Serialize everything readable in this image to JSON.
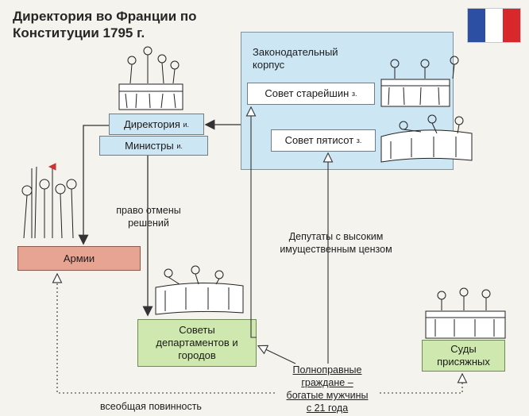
{
  "title": {
    "line1": "Директория во Франции по",
    "line2": "Конституции 1795 г."
  },
  "flag": {
    "colors": [
      "#2c4fa3",
      "#ffffff",
      "#d8282c"
    ]
  },
  "legislative": {
    "heading_line1": "Законодательный",
    "heading_line2": "корпус",
    "elders": {
      "label": "Совет старейшин",
      "mark": "з."
    },
    "five_hundred": {
      "label": "Совет пятисот",
      "mark": "з."
    }
  },
  "directory": {
    "label": "Директория",
    "mark": "и."
  },
  "ministers": {
    "label": "Министры",
    "mark": "и."
  },
  "armies": {
    "label": "Армии"
  },
  "councils": {
    "line1": "Советы",
    "line2": "департаментов и",
    "line3": "городов"
  },
  "juries": {
    "line1": "Суды",
    "line2": "присяжных"
  },
  "labels": {
    "veto_line1": "право отмены",
    "veto_line2": "решений",
    "deputies_line1": "Депутаты с высоким",
    "deputies_line2": "имущественным цензом",
    "citizens_line1": "Полноправные",
    "citizens_line2": "граждане –",
    "citizens_line3": "богатые мужчины",
    "citizens_line4": "с 21 года",
    "conscription": "всеобщая повинность"
  },
  "icons": [
    "people-group-icon",
    "soldiers-icon",
    "seated-council-icon",
    "table-assembly-icon"
  ]
}
